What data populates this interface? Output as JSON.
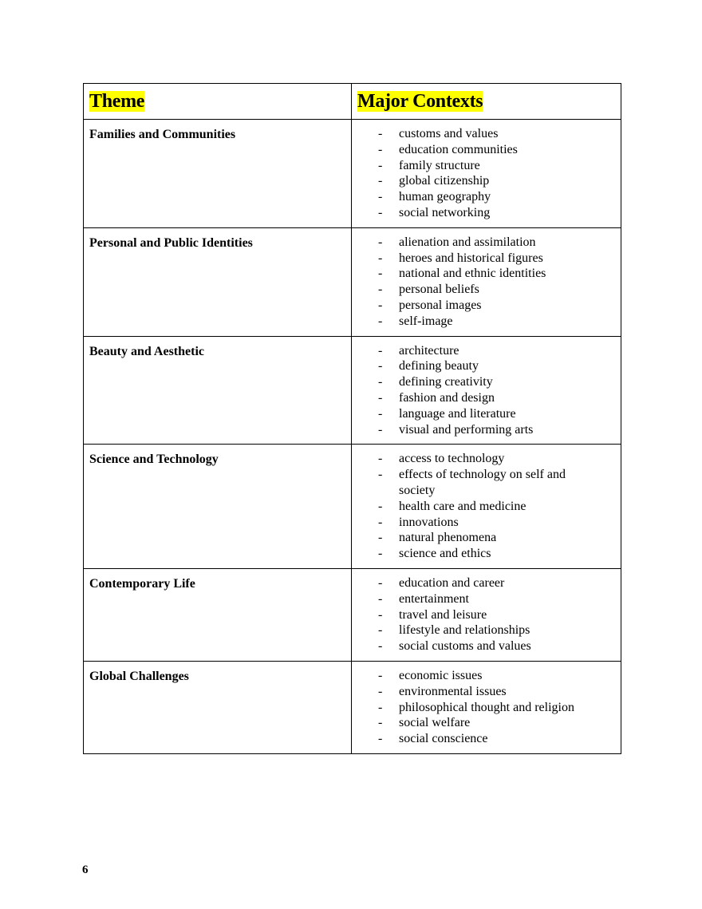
{
  "table": {
    "headers": {
      "theme": "Theme",
      "contexts": "Major Contexts"
    },
    "highlight_color": "#ffff00",
    "rows": [
      {
        "theme": "Families and Communities",
        "contexts": [
          "customs and values",
          "education communities",
          "family structure",
          "global citizenship",
          "human geography",
          "social networking"
        ]
      },
      {
        "theme": "Personal and Public Identities",
        "contexts": [
          "alienation and assimilation",
          "heroes and historical figures",
          "national and ethnic identities",
          "personal beliefs",
          "personal images",
          "self-image"
        ]
      },
      {
        "theme": "Beauty and Aesthetic",
        "contexts": [
          "architecture",
          "defining beauty",
          "defining creativity",
          "fashion and design",
          "language and literature",
          "visual and performing arts"
        ]
      },
      {
        "theme": "Science and Technology",
        "contexts": [
          "access to technology",
          "effects of technology on self and society",
          "health care and medicine",
          "innovations",
          "natural phenomena",
          "science and ethics"
        ]
      },
      {
        "theme": "Contemporary Life",
        "contexts": [
          "education and career",
          "entertainment",
          "travel and leisure",
          "lifestyle and relationships",
          "social customs and values"
        ]
      },
      {
        "theme": "Global Challenges",
        "contexts": [
          "economic issues",
          "environmental issues",
          "philosophical thought and religion",
          "social welfare",
          "social conscience"
        ]
      }
    ],
    "bullet": "-"
  },
  "page": {
    "number": "6"
  }
}
